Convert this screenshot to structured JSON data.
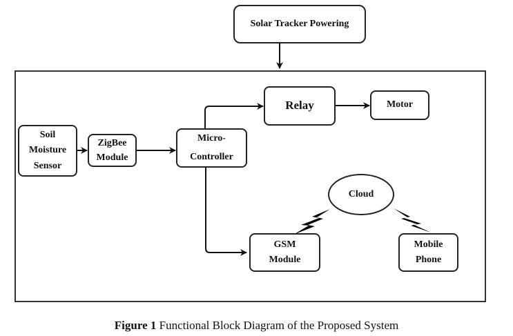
{
  "diagram": {
    "nodes": {
      "solar": "Solar Tracker Powering",
      "soil": [
        "Soil",
        "Moisture",
        "Sensor"
      ],
      "zigbee": [
        "ZigBee",
        "Module"
      ],
      "micro": [
        "Micro-",
        "Controller"
      ],
      "relay": "Relay",
      "motor": "Motor",
      "cloud": "Cloud",
      "gsm": [
        "GSM",
        "Module"
      ],
      "mobile": [
        "Mobile",
        "Phone"
      ]
    },
    "edges": [
      {
        "from": "Solar Tracker Powering",
        "to": "System",
        "type": "arrow"
      },
      {
        "from": "Soil Moisture Sensor",
        "to": "ZigBee Module",
        "type": "arrow"
      },
      {
        "from": "ZigBee Module",
        "to": "Micro-Controller",
        "type": "arrow"
      },
      {
        "from": "Micro-Controller",
        "to": "Relay",
        "type": "arrow"
      },
      {
        "from": "Relay",
        "to": "Motor",
        "type": "arrow"
      },
      {
        "from": "Micro-Controller",
        "to": "GSM Module",
        "type": "arrow"
      },
      {
        "from": "GSM Module",
        "to": "Cloud",
        "type": "wireless"
      },
      {
        "from": "Cloud",
        "to": "Mobile Phone",
        "type": "wireless"
      }
    ]
  },
  "caption": {
    "label": "Figure 1",
    "text": " Functional Block Diagram of the Proposed System"
  }
}
